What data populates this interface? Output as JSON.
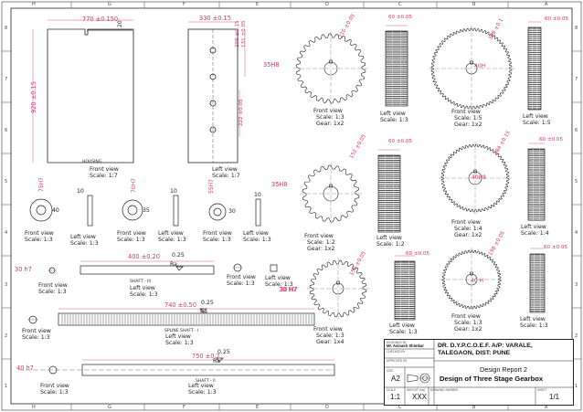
{
  "grid": {
    "cols_top": [
      "H",
      "G",
      "F",
      "E",
      "D",
      "C",
      "B",
      "A"
    ],
    "rows_left": [
      "8",
      "7",
      "6",
      "5",
      "4",
      "3",
      "2",
      "1"
    ]
  },
  "colors": {
    "dimension": "#d6336c",
    "line": "#222222"
  },
  "housing": {
    "width_dim": "770 ±0.150",
    "height_dim": "920 ±0.15",
    "wall_dim": "20",
    "label": "HOUSING",
    "view": "Front view",
    "scale": "Scale:  1:7"
  },
  "housing_side": {
    "width_dim": "330 ±0.15",
    "top_dims": [
      "206 ±0.15",
      "131 ±0.05"
    ],
    "mid_dim": "222 ±0.05",
    "view": "Left view",
    "scale": "Scale:  1:7"
  },
  "gear1": {
    "outer_dim": "210 ±0.05",
    "bore_dim": "35H8",
    "view": "Front view",
    "scale": "Scale:  1:3",
    "gear": "Gear:  1x2",
    "side_width": "60 ±0.05",
    "side_view": "Left view",
    "side_scale": "Scale:  1:3"
  },
  "gear2": {
    "outer_dim": "398 ±0.1",
    "bore_dim": "40H",
    "view": "Front view",
    "scale": "Scale:  1:5",
    "gear": "Gear:  1x2",
    "side_width": "60 ±0.05",
    "side_view": "Left view",
    "side_scale": "Scale:  1:5"
  },
  "gear3": {
    "outer_dim": "152 ±0.05",
    "bore_dim": "35H8",
    "view": "Front view",
    "scale": "Scale:  1:2",
    "gear": "Gear:  1x2",
    "side_width": "60 ±0.05",
    "side_view": "Left view",
    "side_scale": "Scale:  1:2"
  },
  "gear4": {
    "outer_dim": "284 ±0.15",
    "bore_dim": "40H8",
    "view": "Front view",
    "scale": "Scale:  1:4",
    "gear": "Gear:  1x2",
    "side_width": "60 ±0.05",
    "side_view": "Left view",
    "side_scale": "Scale:  1:4"
  },
  "gear5": {
    "outer_dim": "150 ±0.05",
    "bore_dim": "30 H7",
    "view": "Front view",
    "scale": "Scale:  1:3",
    "gear": "Gear:  1x4",
    "side_width": "60 ±0.05",
    "side_view": "Left view",
    "side_scale": "Scale:  1:3"
  },
  "gear6": {
    "outer_dim": "198 ±0.05",
    "bore_dim": "40 H",
    "view": "Front view",
    "scale": "Scale:  1:3",
    "gear": "Gear:  1x2",
    "side_width": "60 ±0.05",
    "side_view": "Left view",
    "side_scale": "Scale:  1:3"
  },
  "bearings": [
    {
      "outer": "75H7",
      "inner": "40",
      "width": "10",
      "front": "Front view",
      "front_scale": "Scale:  1:3",
      "side": "Left view",
      "side_scale": "Scale:  1:3"
    },
    {
      "outer": "70H7",
      "inner": "35",
      "width": "10",
      "front": "Front view",
      "front_scale": "Scale:  1:3",
      "side": "Left view",
      "side_scale": "Scale:  1:3"
    },
    {
      "outer": "55H7",
      "inner": "30",
      "width": "10",
      "front": "Front view",
      "front_scale": "Scale:  1:3",
      "side": "Left view",
      "side_scale": "Scale:  1:3"
    }
  ],
  "shaft3": {
    "dia": "30 h7",
    "length": "400 ±0.20",
    "roughness": "0.25",
    "ra": "Ra",
    "label": "SHAFT - III",
    "front": "Front view",
    "front_scale": "Scale:  1:3",
    "side": "Left view",
    "side_scale": "Scale:  1:3"
  },
  "keys": {
    "front": "Front view",
    "front_scale": "Scale:  1:3",
    "side": "Left view",
    "side_scale": "Scale:  1:3"
  },
  "shaft1": {
    "dia": "30 H7",
    "length": "740 ±0.50",
    "roughness": "0.25",
    "ra": "Ra",
    "label": "SPLINE SHAFT - I",
    "front": "Front view",
    "front_scale": "Scale:  1:3",
    "side": "Left view",
    "side_scale": "Scale:  1:3"
  },
  "shaft2": {
    "dia": "40 h7",
    "length": "750 ±0.2",
    "roughness": "0.25",
    "ra": "Ra",
    "label": "SHAFT - II",
    "front": "Front view",
    "front_scale": "Scale:  1:3",
    "side": "Left view",
    "side_scale": "Scale:  1:3"
  },
  "title_block": {
    "designed_by_label": "DESIGNED BY",
    "designer": "Mr. Avinash Shimkar",
    "checked_by_label": "CHECKED BY",
    "approved_by_label": "APPROVED BY",
    "college_1": "DR. D.Y.P.C.O.E.F. A/P: VARALE,",
    "college_2": "TALEGAON, DIST: PUNE",
    "report": "Design Report 2",
    "size_label": "SIZE",
    "size": "A2",
    "title": "Design of Three Stage Gearbox",
    "scale_label": "SCALE",
    "scale": "1:1",
    "weight_label": "WEIGHT (kg)",
    "weight": "XXX",
    "drawing_label": "DRAWING NUMBER",
    "sheet_label": "SHEET",
    "sheet": "1/1"
  }
}
